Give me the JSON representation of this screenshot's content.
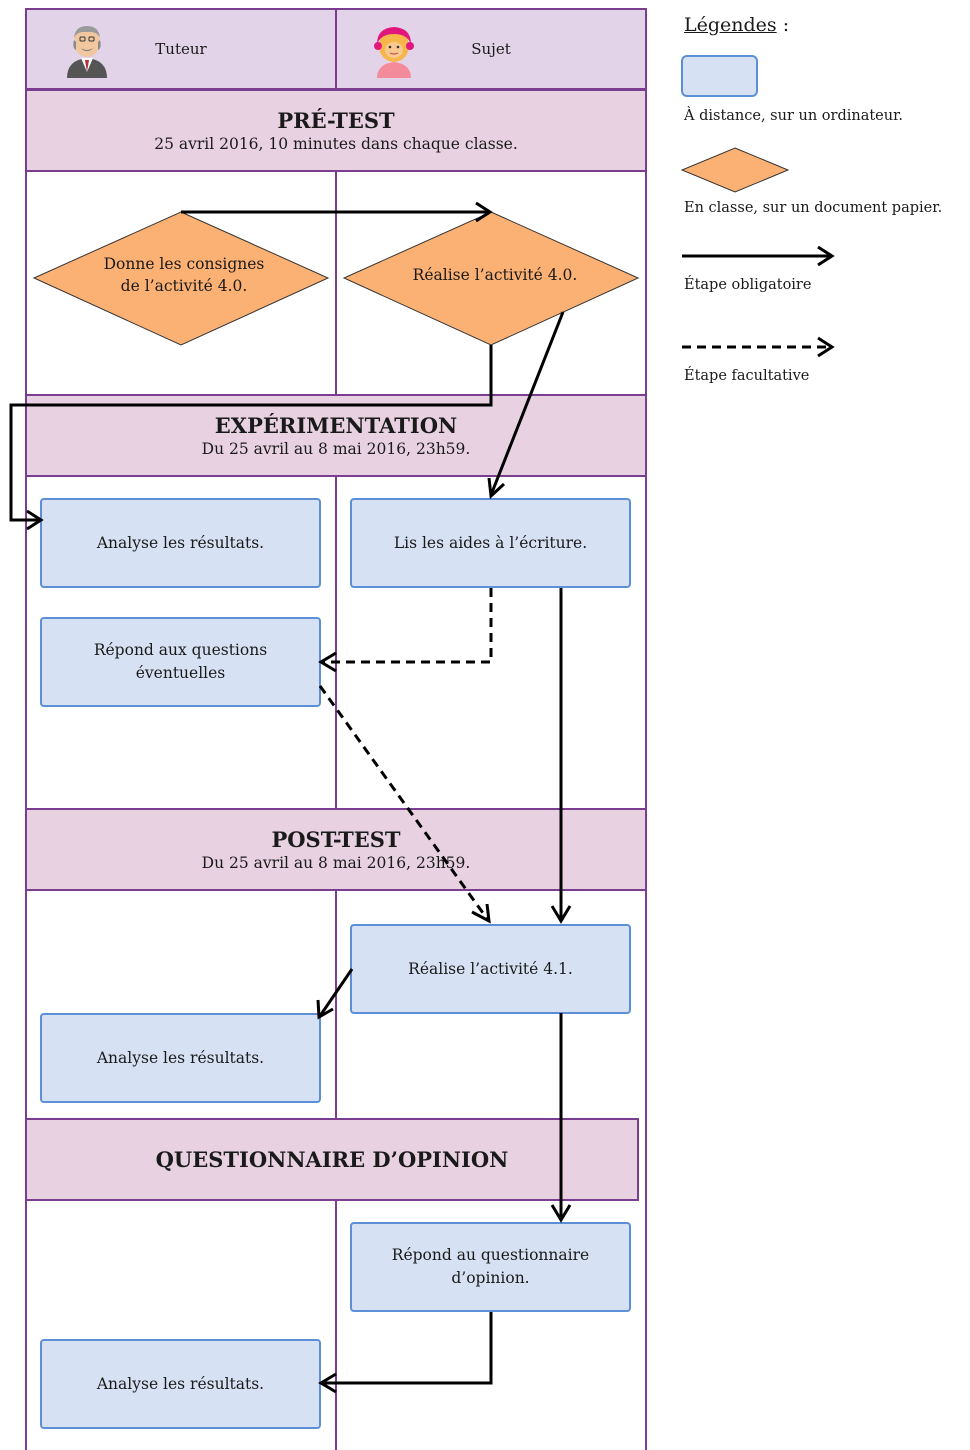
{
  "lanes": {
    "left": "Tuteur",
    "right": "Sujet"
  },
  "phases": {
    "pretest": {
      "title": "PRÉ-TEST",
      "subtitle": "25 avril 2016, 10 minutes dans chaque classe."
    },
    "experimentation": {
      "title": "EXPÉRIMENTATION",
      "subtitle": "Du 25 avril au 8 mai 2016, 23h59."
    },
    "posttest": {
      "title": "POST-TEST",
      "subtitle": "Du 25 avril au 8 mai 2016, 23h59."
    },
    "questionnaire": {
      "title": "QUESTIONNAIRE D’OPINION"
    }
  },
  "steps": {
    "donne_consignes": "Donne les consignes\nde l’activité 4.0.",
    "realise_40": "Réalise l’activité 4.0.",
    "analyse_1": "Analyse les résultats.",
    "lis_aides": "Lis les aides à l’écriture.",
    "repond_questions": "Répond aux questions\néventuelles",
    "realise_41": "Réalise l’activité 4.1.",
    "analyse_2": "Analyse les résultats.",
    "repond_questionnaire": "Répond au questionnaire\nd’opinion.",
    "analyse_3": "Analyse les résultats."
  },
  "legend": {
    "title": "Légendes",
    "title_suffix": " :",
    "remote": "À distance, sur un ordinateur.",
    "paper": "En classe, sur un document papier.",
    "mandatory": "Étape obligatoire",
    "optional": "Étape facultative"
  },
  "colors": {
    "lane_border": "#7a3d8f",
    "header_fill": "#e2d3e8",
    "phase_fill": "#e8d2e2",
    "remote_fill": "#d6e2f3",
    "remote_border": "#5c8fd6",
    "paper_fill": "#fbb173",
    "arrow": "#000000"
  },
  "icons": {
    "tutor": "tutor-avatar-icon",
    "subject": "subject-avatar-icon"
  }
}
